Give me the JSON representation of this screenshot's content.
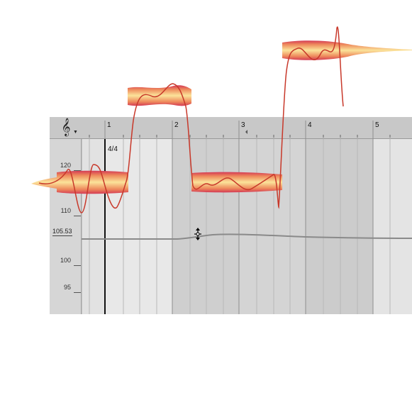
{
  "ruler": {
    "bars": [
      "1",
      "2",
      "3",
      "4",
      "5"
    ],
    "time_signature": "4/4",
    "clef_icon": "treble-clef-icon"
  },
  "tempo_scale": {
    "ticks": [
      "120",
      "110",
      "100",
      "95"
    ],
    "current_value": "105.53"
  },
  "cursor_icon": "resize-vertical-cursor-icon",
  "colors": {
    "note_core": "#f8d27a",
    "note_edge": "#d43a55",
    "pitch_curve": "#c8382a",
    "tempo_line": "#8a8a8a",
    "ruler": "#c8c8c8",
    "bar_light": "#e6e6e6",
    "bar_dark": "#cfcfcf"
  }
}
